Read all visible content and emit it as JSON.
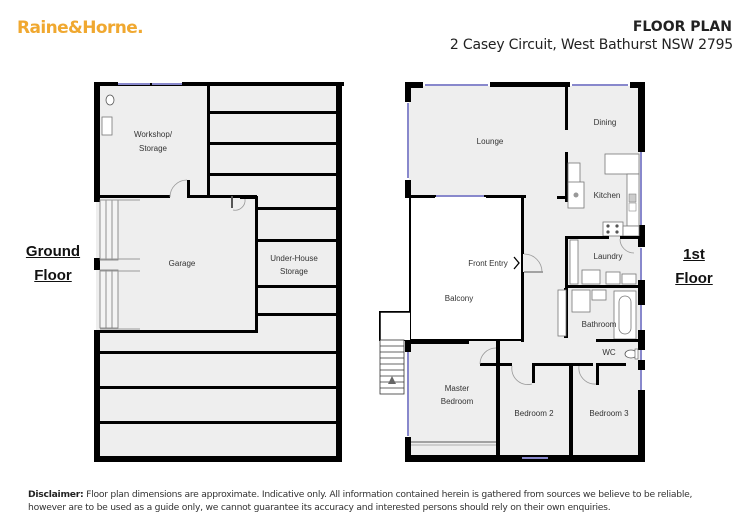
{
  "header": {
    "brand": "Raine&Horne",
    "brand_dot": ".",
    "brand_color": "#f0a830",
    "title": "FLOOR PLAN",
    "address": "2 Casey Circuit, West Bathurst NSW 2795"
  },
  "floors": {
    "ground": {
      "label_line1": "Ground",
      "label_line2": "Floor",
      "rooms": {
        "workshop_line1": "Workshop/",
        "workshop_line2": "Storage",
        "garage": "Garage",
        "underhouse_line1": "Under-House",
        "underhouse_line2": "Storage"
      }
    },
    "first": {
      "label_line1": "1st",
      "label_line2": "Floor",
      "rooms": {
        "lounge": "Lounge",
        "dining": "Dining",
        "kitchen": "Kitchen",
        "front_entry": "Front Entry",
        "balcony": "Balcony",
        "laundry": "Laundry",
        "bathroom": "Bathroom",
        "wc": "WC",
        "master_line1": "Master",
        "master_line2": "Bedroom",
        "bedroom2": "Bedroom 2",
        "bedroom3": "Bedroom 3"
      }
    }
  },
  "colors": {
    "floor_fill": "#eeeeee",
    "wall": "#000000",
    "window": "#8888cc"
  },
  "disclaimer": {
    "label": "Disclaimer:",
    "text": " Floor plan dimensions are approximate. Indicative only. All information contained herein is gathered from sources we believe to be reliable, however are to be used as a guide only, we cannot guarantee its accuracy and interested persons should rely on their own enquiries."
  }
}
